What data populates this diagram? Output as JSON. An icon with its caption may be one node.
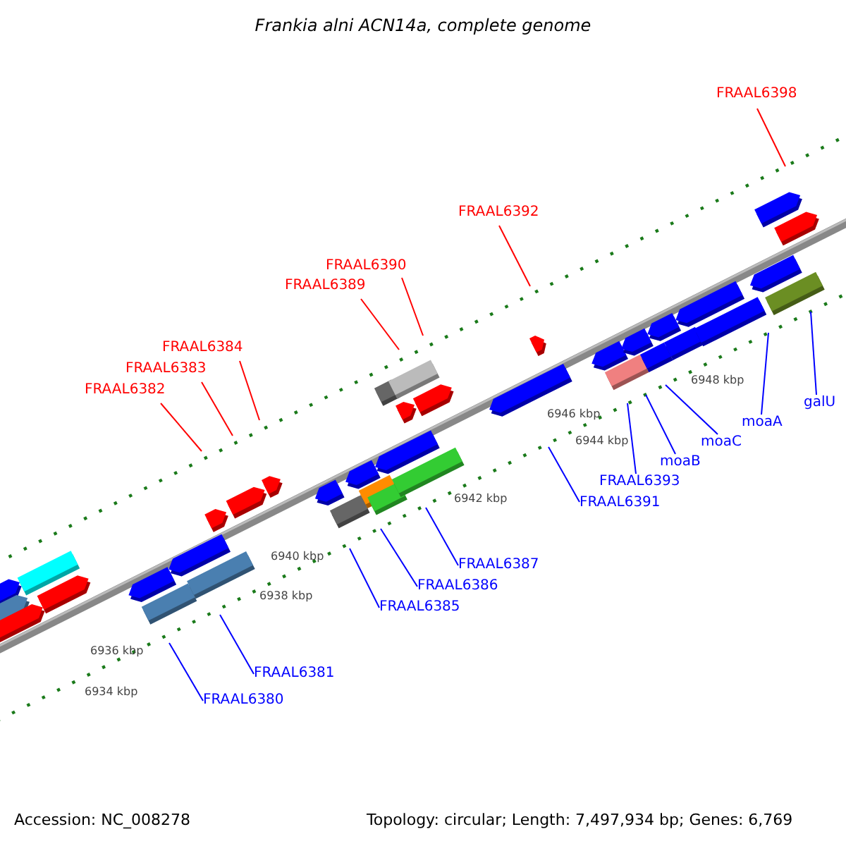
{
  "diagram": {
    "title": "Frankia alni ACN14a, complete genome",
    "nodes": [
      {
        "text": [
          "FRAAL6398"
        ]
      },
      {
        "text": [
          "FRAAL6392"
        ]
      },
      {
        "text": [
          "FRAAL6390"
        ]
      },
      {
        "text": [
          "FRAAL6389"
        ]
      },
      {
        "text": [
          "FRAAL6384"
        ]
      },
      {
        "text": [
          "FRAAL6383"
        ]
      },
      {
        "text": [
          "FRAAL6382"
        ]
      },
      {
        "text": [
          "galU"
        ]
      },
      {
        "text": [
          "moaA"
        ]
      },
      {
        "text": [
          "moaC"
        ]
      },
      {
        "text": [
          "moaB"
        ]
      },
      {
        "text": [
          "FRAAL6393"
        ]
      },
      {
        "text": [
          "FRAAL6391"
        ]
      },
      {
        "text": [
          "FRAAL6387"
        ]
      },
      {
        "text": [
          "FRAAL6386"
        ]
      },
      {
        "text": [
          "FRAAL6385"
        ]
      },
      {
        "text": [
          "FRAAL6381"
        ]
      },
      {
        "text": [
          "FRAAL6380"
        ]
      }
    ],
    "edges": [
      {
        "from": 0,
        "to": null,
        "arrow": "none",
        "color": "#ff0000"
      },
      {
        "from": 1,
        "to": null,
        "arrow": "none",
        "color": "#ff0000"
      },
      {
        "from": 2,
        "to": null,
        "arrow": "none",
        "color": "#ff0000"
      },
      {
        "from": 3,
        "to": null,
        "arrow": "none",
        "color": "#ff0000"
      },
      {
        "from": 4,
        "to": null,
        "arrow": "none",
        "color": "#ff0000"
      },
      {
        "from": 5,
        "to": null,
        "arrow": "none",
        "color": "#ff0000"
      },
      {
        "from": 6,
        "to": null,
        "arrow": "none",
        "color": "#ff0000"
      },
      {
        "from": 7,
        "to": null,
        "arrow": "none"
      },
      {
        "from": 8,
        "to": null,
        "arrow": "none"
      },
      {
        "from": 9,
        "to": null,
        "arrow": "none"
      },
      {
        "from": 10,
        "to": null,
        "arrow": "none"
      },
      {
        "from": 11,
        "to": null,
        "arrow": "none"
      },
      {
        "from": 12,
        "to": null,
        "arrow": "none"
      },
      {
        "from": 13,
        "to": null,
        "arrow": "none"
      },
      {
        "from": 14,
        "to": null,
        "arrow": "none"
      },
      {
        "from": 15,
        "to": null,
        "arrow": "none"
      },
      {
        "from": 16,
        "to": null,
        "arrow": "none"
      },
      {
        "from": 17,
        "to": null,
        "arrow": "none"
      }
    ],
    "labels": [
      "6934 kbp",
      "6936 kbp",
      "6938 kbp",
      "6940 kbp",
      "6942 kbp",
      "6944 kbp",
      "6946 kbp",
      "6948 kbp",
      "Accession: NC_008278",
      "Topology: circular; Length: 7,497,934 bp; Genes: 6,769"
    ]
  }
}
